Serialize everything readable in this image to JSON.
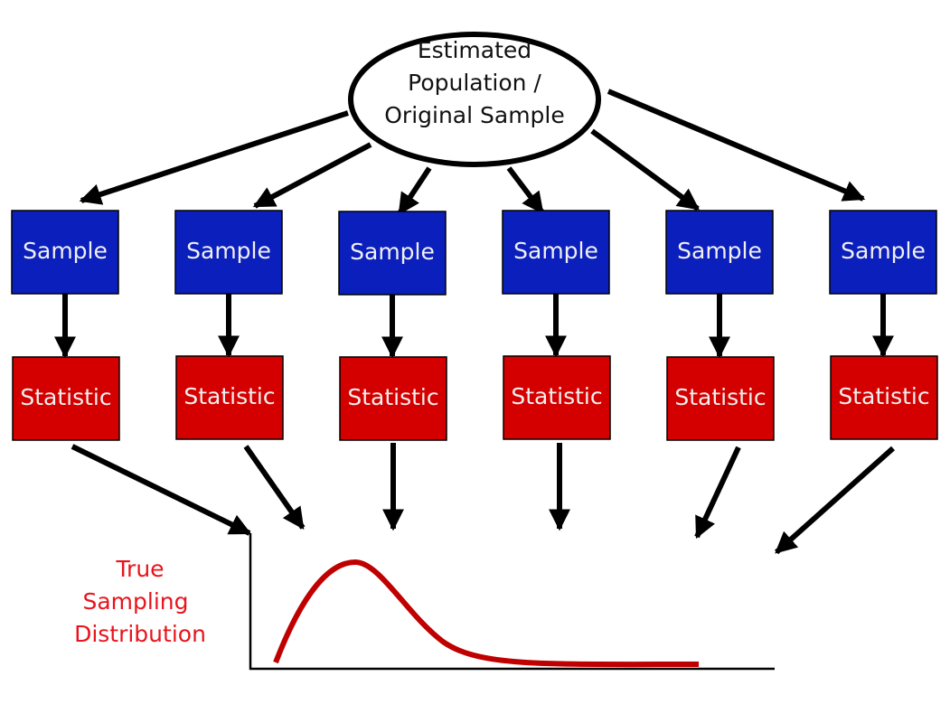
{
  "population": {
    "lines": [
      "Estimated",
      "Population /",
      "Original Sample"
    ]
  },
  "samples": [
    {
      "sample_label": "Sample",
      "statistic_label": "Statistic"
    },
    {
      "sample_label": "Sample",
      "statistic_label": "Statistic"
    },
    {
      "sample_label": "Sample",
      "statistic_label": "Statistic"
    },
    {
      "sample_label": "Sample",
      "statistic_label": "Statistic"
    },
    {
      "sample_label": "Sample",
      "statistic_label": "Statistic"
    },
    {
      "sample_label": "Sample",
      "statistic_label": "Statistic"
    }
  ],
  "distribution": {
    "lines": [
      "True",
      "Sampling",
      "Distribution"
    ]
  },
  "colors": {
    "sample": "#0b1fbd",
    "statistic": "#d40000",
    "curve": "#c00000",
    "label": "#e8141c"
  }
}
